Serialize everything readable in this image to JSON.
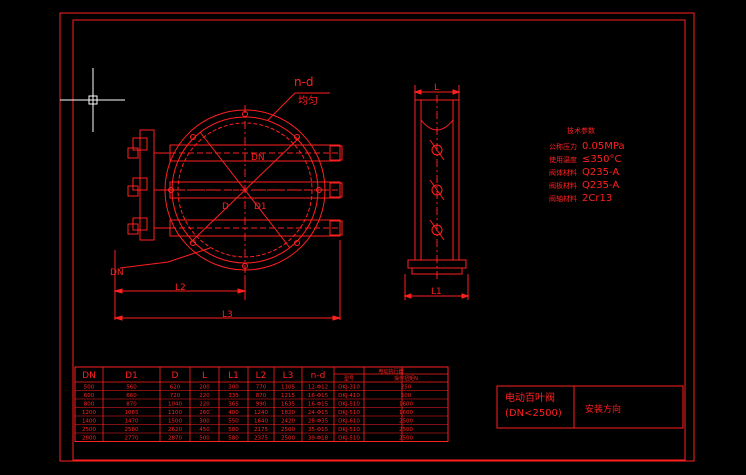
{
  "dims": {
    "nd": "n-d",
    "nd_sub": "均匀",
    "dn": "DN",
    "d": "D",
    "d1": "D1",
    "l": "L",
    "l1": "L1",
    "l2": "L2",
    "l3": "L3"
  },
  "tech": {
    "title": "技术参数",
    "rows": [
      {
        "label": "公称压力",
        "value": "0.05MPa"
      },
      {
        "label": "使用温度",
        "value": "≤350°C"
      },
      {
        "label": "阀体材料",
        "value": "Q235-A"
      },
      {
        "label": "阀板材料",
        "value": "Q235-A"
      },
      {
        "label": "阀轴材料",
        "value": "2Cr13"
      }
    ]
  },
  "table": {
    "headers": [
      "DN",
      "D1",
      "D",
      "L",
      "L1",
      "L2",
      "L3",
      "n-d"
    ],
    "group_header": "电动执行器",
    "sub_headers": [
      "型号",
      "操作扭矩N"
    ],
    "rows": [
      [
        "500",
        "560",
        "620",
        "200",
        "300",
        "770",
        "1105",
        "12-Φ12",
        "DKJ-310",
        "250"
      ],
      [
        "600",
        "660",
        "720",
        "220",
        "335",
        "870",
        "1215",
        "16-Φ15",
        "DKJ-410",
        "500"
      ],
      [
        "800",
        "870",
        "1040",
        "220",
        "365",
        "990",
        "1635",
        "16-Φ15",
        "DKJ-510",
        "1600"
      ],
      [
        "1200",
        "1065",
        "1100",
        "260",
        "400",
        "1240",
        "1820",
        "24-Φ15",
        "DKJ-510",
        "1600"
      ],
      [
        "1400",
        "1470",
        "1500",
        "300",
        "550",
        "1640",
        "2420",
        "28-Φ35",
        "DKJ-610",
        "2500"
      ],
      [
        "2500",
        "2580",
        "2620",
        "450",
        "580",
        "2175",
        "2500",
        "35-Φ15",
        "DKJ-510",
        "2500"
      ],
      [
        "2800",
        "2770",
        "2870",
        "500",
        "580",
        "2375",
        "2500",
        "39-Φ18",
        "DKJ-510",
        "2500"
      ]
    ]
  },
  "title_block": {
    "name": "电动百叶阀",
    "spec": "(DN<2500)",
    "right": "安装方向"
  }
}
